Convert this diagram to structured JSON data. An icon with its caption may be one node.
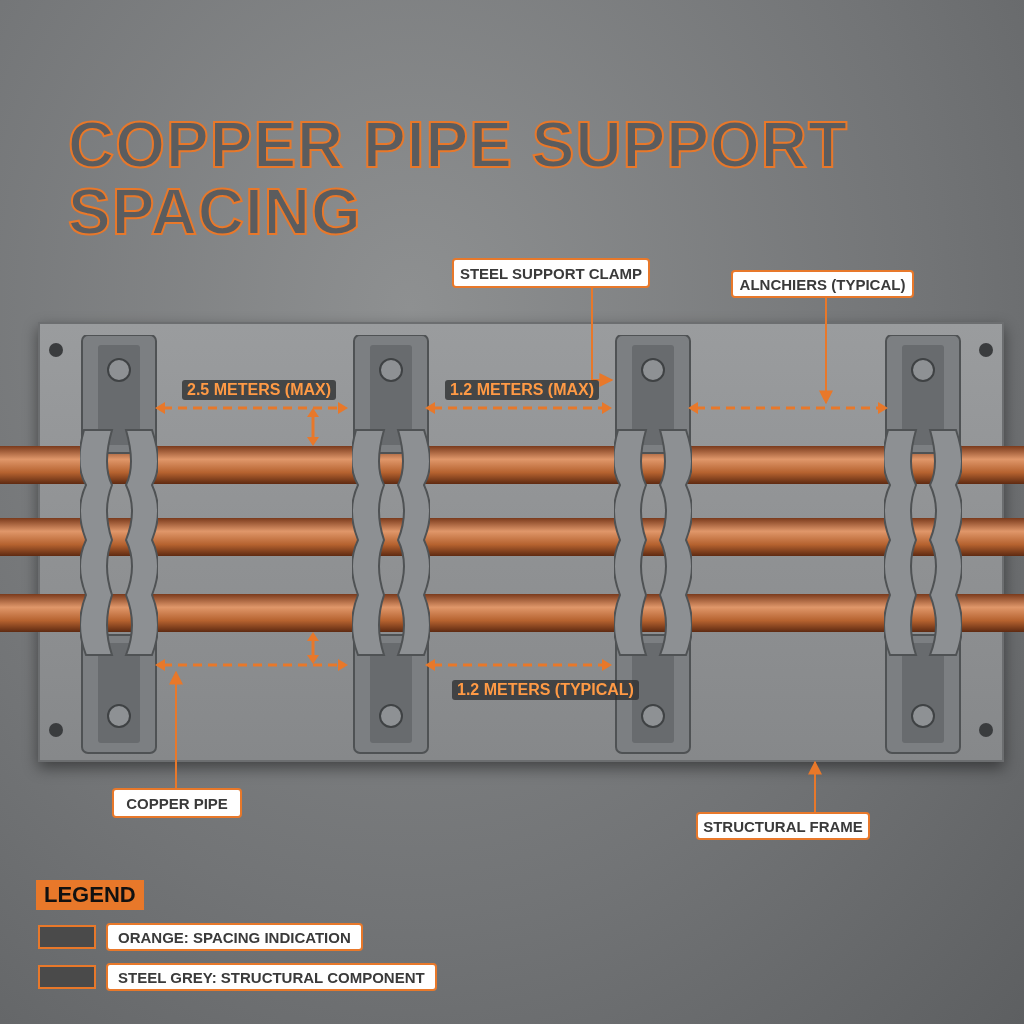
{
  "diagram": {
    "title": "COPPER PIPE SUPPORT SPACING",
    "nodes": [
      {
        "text": [
          "STEEL SUPPORT CLAMP"
        ]
      },
      {
        "text": [
          "ALNCHIERS (TYPICAL)"
        ]
      },
      {
        "text": [],
        "shape": "box"
      },
      {
        "text": [],
        "shape": "picture",
        "in": 2
      },
      {
        "text": [
          "COPPER PIPE"
        ]
      },
      {
        "text": [
          "STRUCTURAL FRAME"
        ]
      }
    ],
    "edges": [
      {
        "from": 0,
        "to": 3,
        "arrow": "to"
      },
      {
        "from": 1,
        "to": null,
        "arrow": "to"
      },
      {
        "from": 4,
        "to": null,
        "arrow": "to"
      },
      {
        "from": 5,
        "to": 2,
        "arrow": "to"
      }
    ],
    "labels": [
      "2.5 METERS (MAX)",
      "1.2 METERS (MAX)",
      "1.2 METERS (TYPICAL)",
      "LEGEND"
    ],
    "legend": [
      {
        "text": "ORANGE: SPACING INDICATION",
        "color": "#4a4a4a"
      },
      {
        "text": "STEEL GREY: STRUCTURAL COMPONENT",
        "color": "#4a4a4a"
      }
    ]
  }
}
